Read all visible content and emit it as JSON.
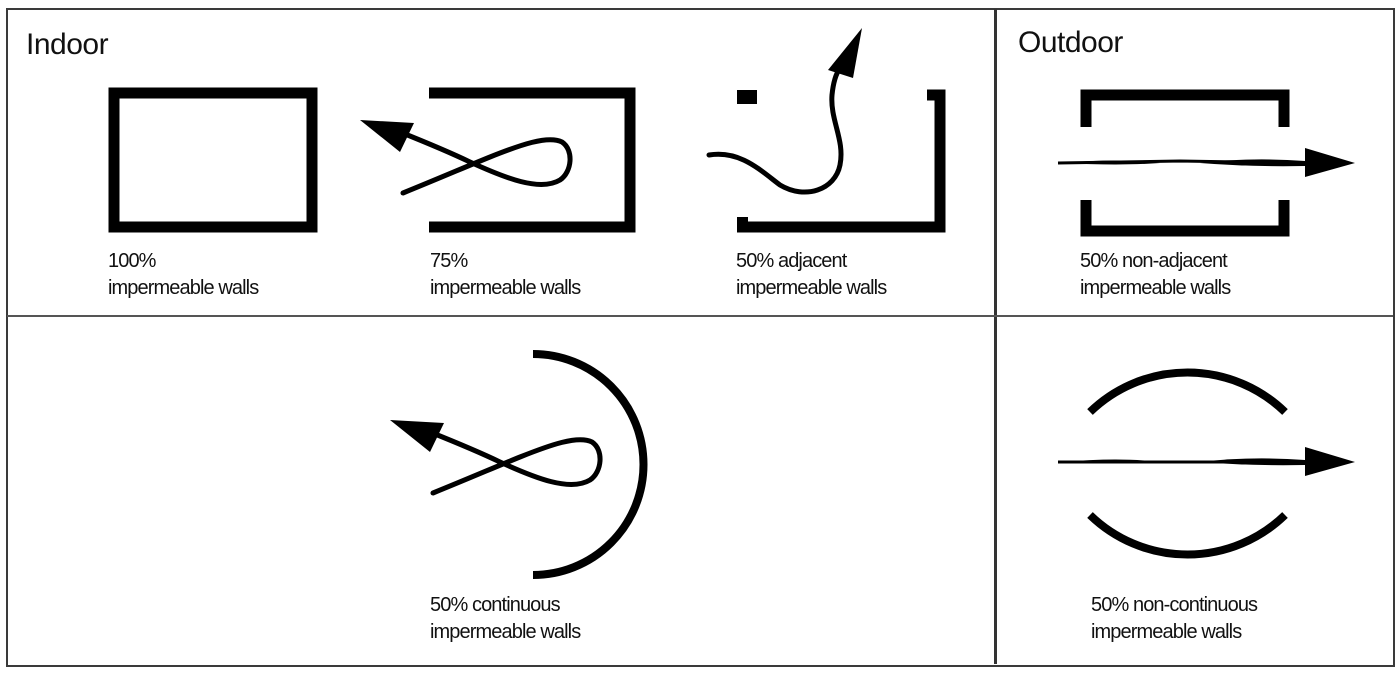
{
  "sections": {
    "indoor_title": "Indoor",
    "outdoor_title": "Outdoor"
  },
  "panels": [
    {
      "id": "indoor-100",
      "line1": "100%",
      "line2": "impermeable walls"
    },
    {
      "id": "indoor-75",
      "line1": "75%",
      "line2": "impermeable walls"
    },
    {
      "id": "indoor-50-adjacent",
      "line1": "50% adjacent",
      "line2": "impermeable walls"
    },
    {
      "id": "outdoor-50-non-adjacent",
      "line1": "50% non-adjacent",
      "line2": "impermeable walls"
    },
    {
      "id": "indoor-50-continuous",
      "line1": "50% continuous",
      "line2": "impermeable walls"
    },
    {
      "id": "outdoor-50-non-continuous",
      "line1": "50% non-continuous",
      "line2": "impermeable walls"
    }
  ],
  "colors": {
    "ink": "#000000",
    "border": "#3a3a3a",
    "background": "#ffffff"
  }
}
